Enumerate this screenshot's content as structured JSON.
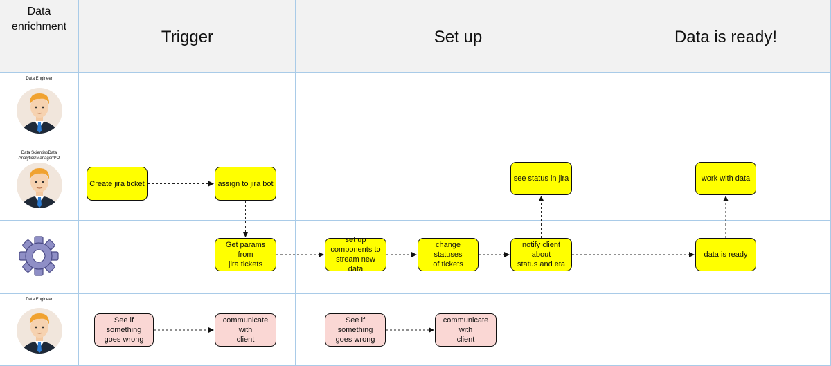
{
  "corner": {
    "title": "Data\nenrichment"
  },
  "phases": [
    {
      "title": "Trigger"
    },
    {
      "title": "Set up"
    },
    {
      "title": "Data is ready!"
    }
  ],
  "lanes": [
    {
      "role": "Data Engineer",
      "avatar": "man-avatar-icon"
    },
    {
      "role": "Data Scientist/Data\nAnalytics/Manager/PO",
      "avatar": "man-avatar-icon"
    },
    {
      "role": "",
      "avatar": "gear-icon"
    },
    {
      "role": "Data Engineer",
      "avatar": "man-avatar-icon"
    }
  ],
  "nodes": {
    "create_jira_ticket": "Create jira ticket",
    "assign_to_jira_bot": "assign to jira bot",
    "see_status_in_jira": "see status in jira",
    "work_with_data": "work with data",
    "get_params": "Get params from\njira tickets",
    "set_up_components": "set up\ncomponents to\nstream new data",
    "change_statuses": "change statuses\nof tickets",
    "notify_client": "notify client about\nstatus and eta",
    "data_is_ready": "data is ready",
    "see_if_wrong_1": "See if something\ngoes wrong",
    "communicate_1": "communicate with\nclient",
    "see_if_wrong_2": "See if something\ngoes wrong",
    "communicate_2": "communicate with\nclient"
  },
  "edges": [
    [
      "create_jira_ticket",
      "assign_to_jira_bot"
    ],
    [
      "assign_to_jira_bot",
      "get_params"
    ],
    [
      "get_params",
      "set_up_components"
    ],
    [
      "set_up_components",
      "change_statuses"
    ],
    [
      "change_statuses",
      "notify_client"
    ],
    [
      "notify_client",
      "see_status_in_jira"
    ],
    [
      "notify_client",
      "data_is_ready"
    ],
    [
      "data_is_ready",
      "work_with_data"
    ],
    [
      "see_if_wrong_1",
      "communicate_1"
    ],
    [
      "see_if_wrong_2",
      "communicate_2"
    ]
  ],
  "colors": {
    "process_node": "#ffff00",
    "monitoring_node": "#fad7d4",
    "header_background": "#f2f2f2",
    "grid_line": "#a9cbe8"
  }
}
